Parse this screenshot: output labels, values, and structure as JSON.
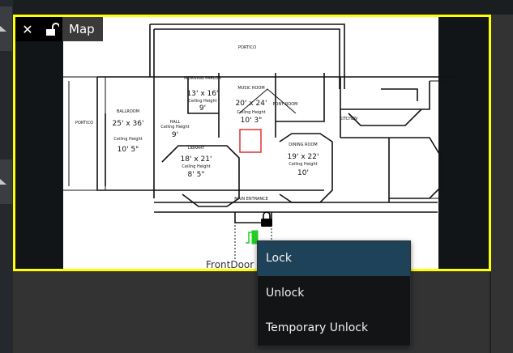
{
  "tile": {
    "title": "Map",
    "close_icon": "close-icon",
    "lock_icon": "unlocked-padlock-icon",
    "border_color": "#ffff00"
  },
  "floorplan": {
    "rooms": {
      "portico_top": "PORTICO",
      "portico_left": "PORTICO",
      "ballroom": "BALLROOM",
      "ballroom_size": "25' x 36'",
      "ballroom_ceiling": "Ceiling Height",
      "ballroom_height": "10' 5\"",
      "parlor": "MORNING PARLOR",
      "parlor_size": "13' x 16'",
      "parlor_ceiling": "Ceiling Height",
      "parlor_height": "9'",
      "hall": "HALL",
      "hall_ceiling": "Ceiling Height",
      "hall_height": "9'",
      "music": "MUSIC ROOM",
      "music_size": "20' x 24'",
      "music_ceiling": "Ceiling Height",
      "music_height": "10' 3\"",
      "library": "LIBRARY",
      "library_size": "18' x 21'",
      "library_ceiling": "Ceiling Height",
      "library_height": "8' 5\"",
      "dining": "DINING ROOM",
      "dining_size": "19' x 22'",
      "dining_ceiling": "Ceiling Height",
      "dining_height": "10'",
      "kitchen": "KITCHEN",
      "pantry": "PONY ROOM",
      "entrance": "MAIN ENTRANCE"
    },
    "door_label": "FrontDoor",
    "door_status_color": "#22cc22",
    "camera_highlight_color": "#e03030"
  },
  "context_menu": {
    "items": [
      {
        "label": "Lock",
        "highlighted": true
      },
      {
        "label": "Unlock",
        "highlighted": false
      },
      {
        "label": "Temporary Unlock",
        "highlighted": false
      }
    ],
    "highlight_color": "#1e4257"
  }
}
